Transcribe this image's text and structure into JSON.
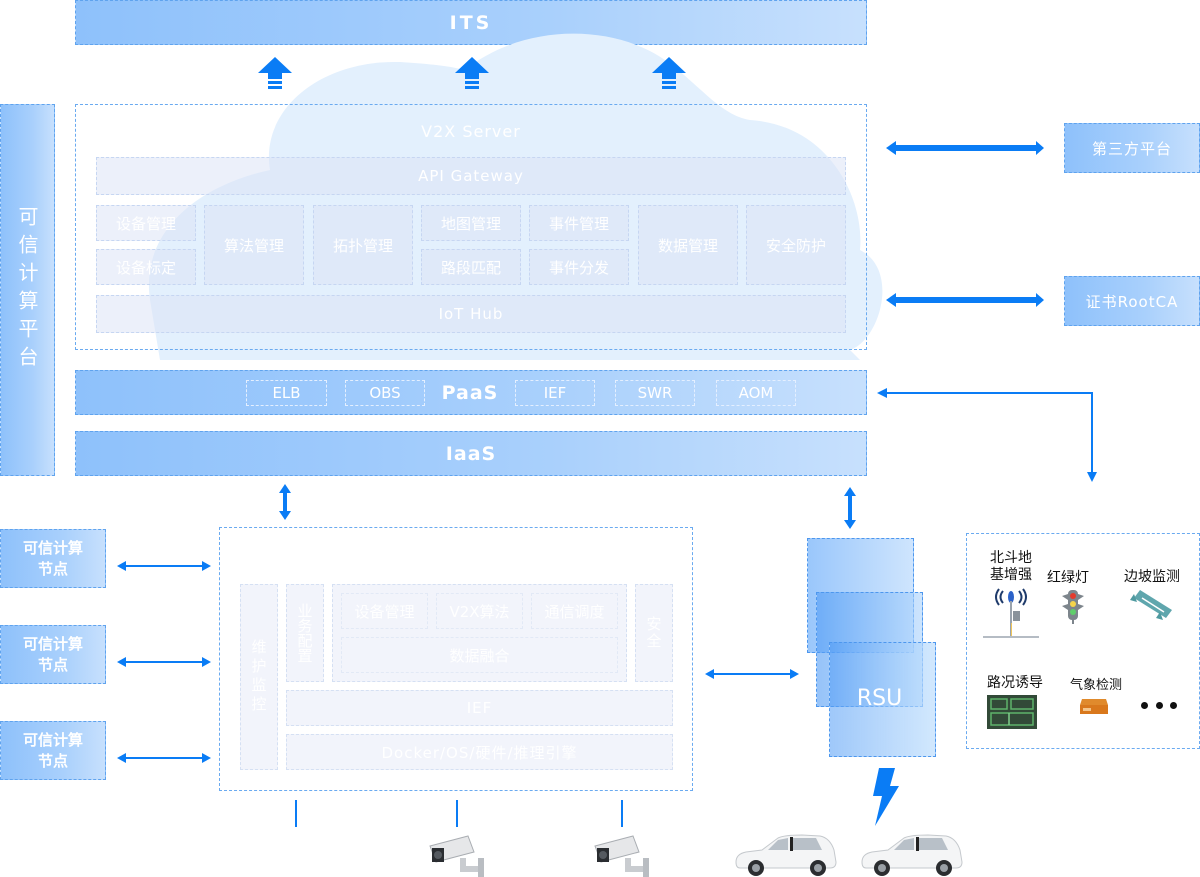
{
  "top": {
    "its_label": "ITS"
  },
  "cloud": {
    "v2x_server_label": "V2X Server",
    "api_gateway_label": "API Gateway",
    "modules": {
      "device_mgmt": "设备管理",
      "device_calib": "设备标定",
      "algorithm_mgmt": "算法管理",
      "topology_mgmt": "拓扑管理",
      "map_mgmt": "地图管理",
      "road_match": "路段匹配",
      "event_mgmt": "事件管理",
      "event_dispatch": "事件分发",
      "data_mgmt": "数据管理",
      "security": "安全防护"
    },
    "iot_hub_label": "IoT Hub"
  },
  "paas": {
    "label": "PaaS",
    "services": [
      "ELB",
      "OBS",
      "IEF",
      "SWR",
      "AOM"
    ]
  },
  "iaas": {
    "label": "IaaS"
  },
  "trusted_platform": {
    "label": "可信计算平台"
  },
  "external": {
    "third_party": "第三方平台",
    "root_ca": "证书RootCA"
  },
  "trusted_nodes": [
    {
      "label": "可信计算节点"
    },
    {
      "label": "可信计算节点"
    },
    {
      "label": "可信计算节点"
    }
  ],
  "edge": {
    "maintenance": "维护监控",
    "business_config": "业务配置",
    "device_mgmt": "设备管理",
    "v2x_algorithm": "V2X算法",
    "comm_schedule": "通信调度",
    "data_fusion": "数据融合",
    "security": "安全",
    "ief": "IEF",
    "base": "Docker/OS/硬件/推理引擎"
  },
  "rsu": {
    "label": "RSU"
  },
  "devices": {
    "beidou": "北斗地基增强",
    "traffic_light": "红绿灯",
    "slope_monitor": "边坡监测",
    "road_guide": "路况诱导",
    "weather": "气象检测",
    "more": "•••"
  },
  "colors": {
    "accent": "#0a7cf5",
    "panel_gradient_start": "#8ec1fb",
    "panel_gradient_end": "#c7e0fd",
    "cloud": "#e3f0fd"
  }
}
